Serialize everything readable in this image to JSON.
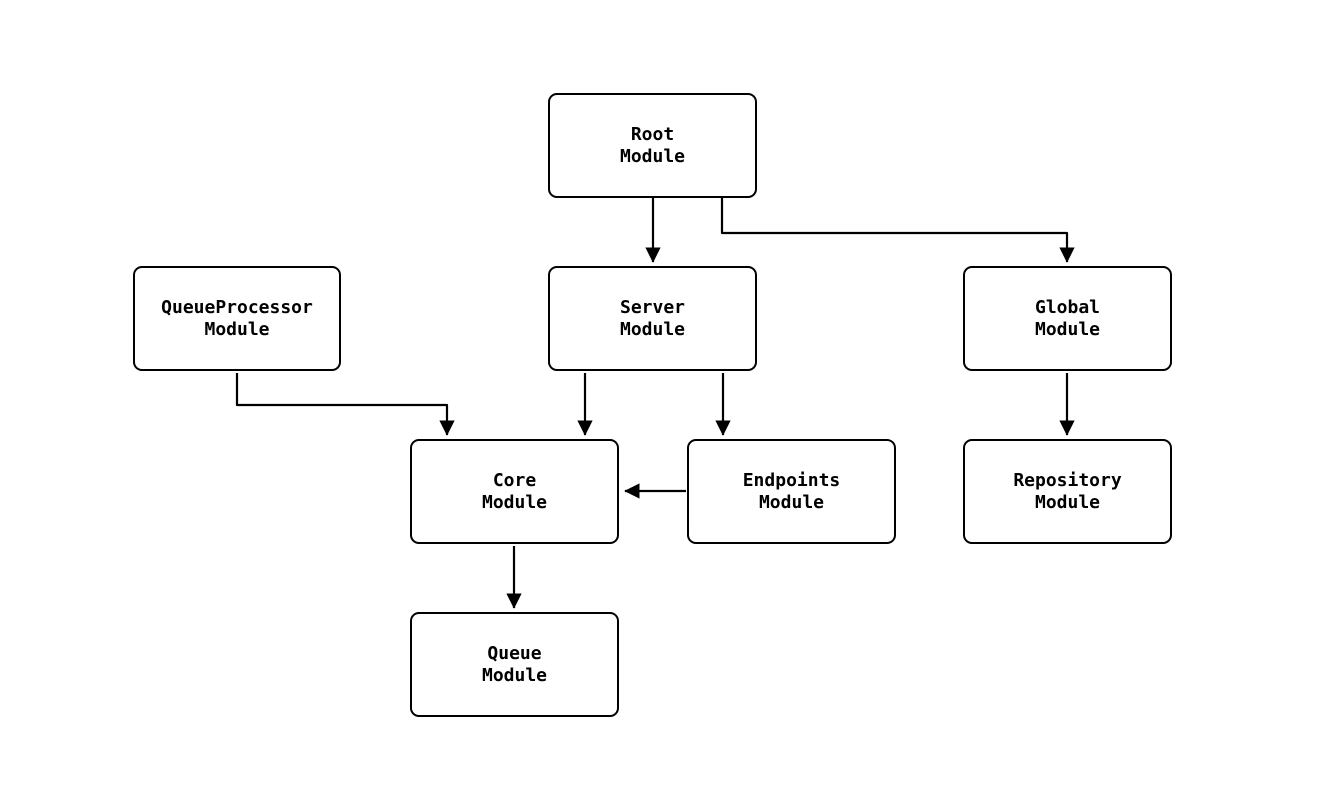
{
  "diagram": {
    "type": "flowchart",
    "direction": "top-down",
    "background_color": "#ffffff",
    "node_fill_color": "#ffffff",
    "node_border_color": "#000000",
    "edge_color": "#000000",
    "text_color": "#000000",
    "nodes": [
      {
        "id": "root",
        "label": "Root\nModule"
      },
      {
        "id": "queueprocessor",
        "label": "QueueProcessor\nModule"
      },
      {
        "id": "server",
        "label": "Server\nModule"
      },
      {
        "id": "global",
        "label": "Global\nModule"
      },
      {
        "id": "core",
        "label": "Core\nModule"
      },
      {
        "id": "endpoints",
        "label": "Endpoints\nModule"
      },
      {
        "id": "repository",
        "label": "Repository\nModule"
      },
      {
        "id": "queue",
        "label": "Queue\nModule"
      }
    ],
    "edges": [
      {
        "from": "Root Module",
        "to": "Server Module"
      },
      {
        "from": "Root Module",
        "to": "Global Module"
      },
      {
        "from": "QueueProcessor Module",
        "to": "Core Module"
      },
      {
        "from": "Server Module",
        "to": "Core Module"
      },
      {
        "from": "Server Module",
        "to": "Endpoints Module"
      },
      {
        "from": "Endpoints Module",
        "to": "Core Module"
      },
      {
        "from": "Global Module",
        "to": "Repository Module"
      },
      {
        "from": "Core Module",
        "to": "Queue Module"
      }
    ]
  }
}
